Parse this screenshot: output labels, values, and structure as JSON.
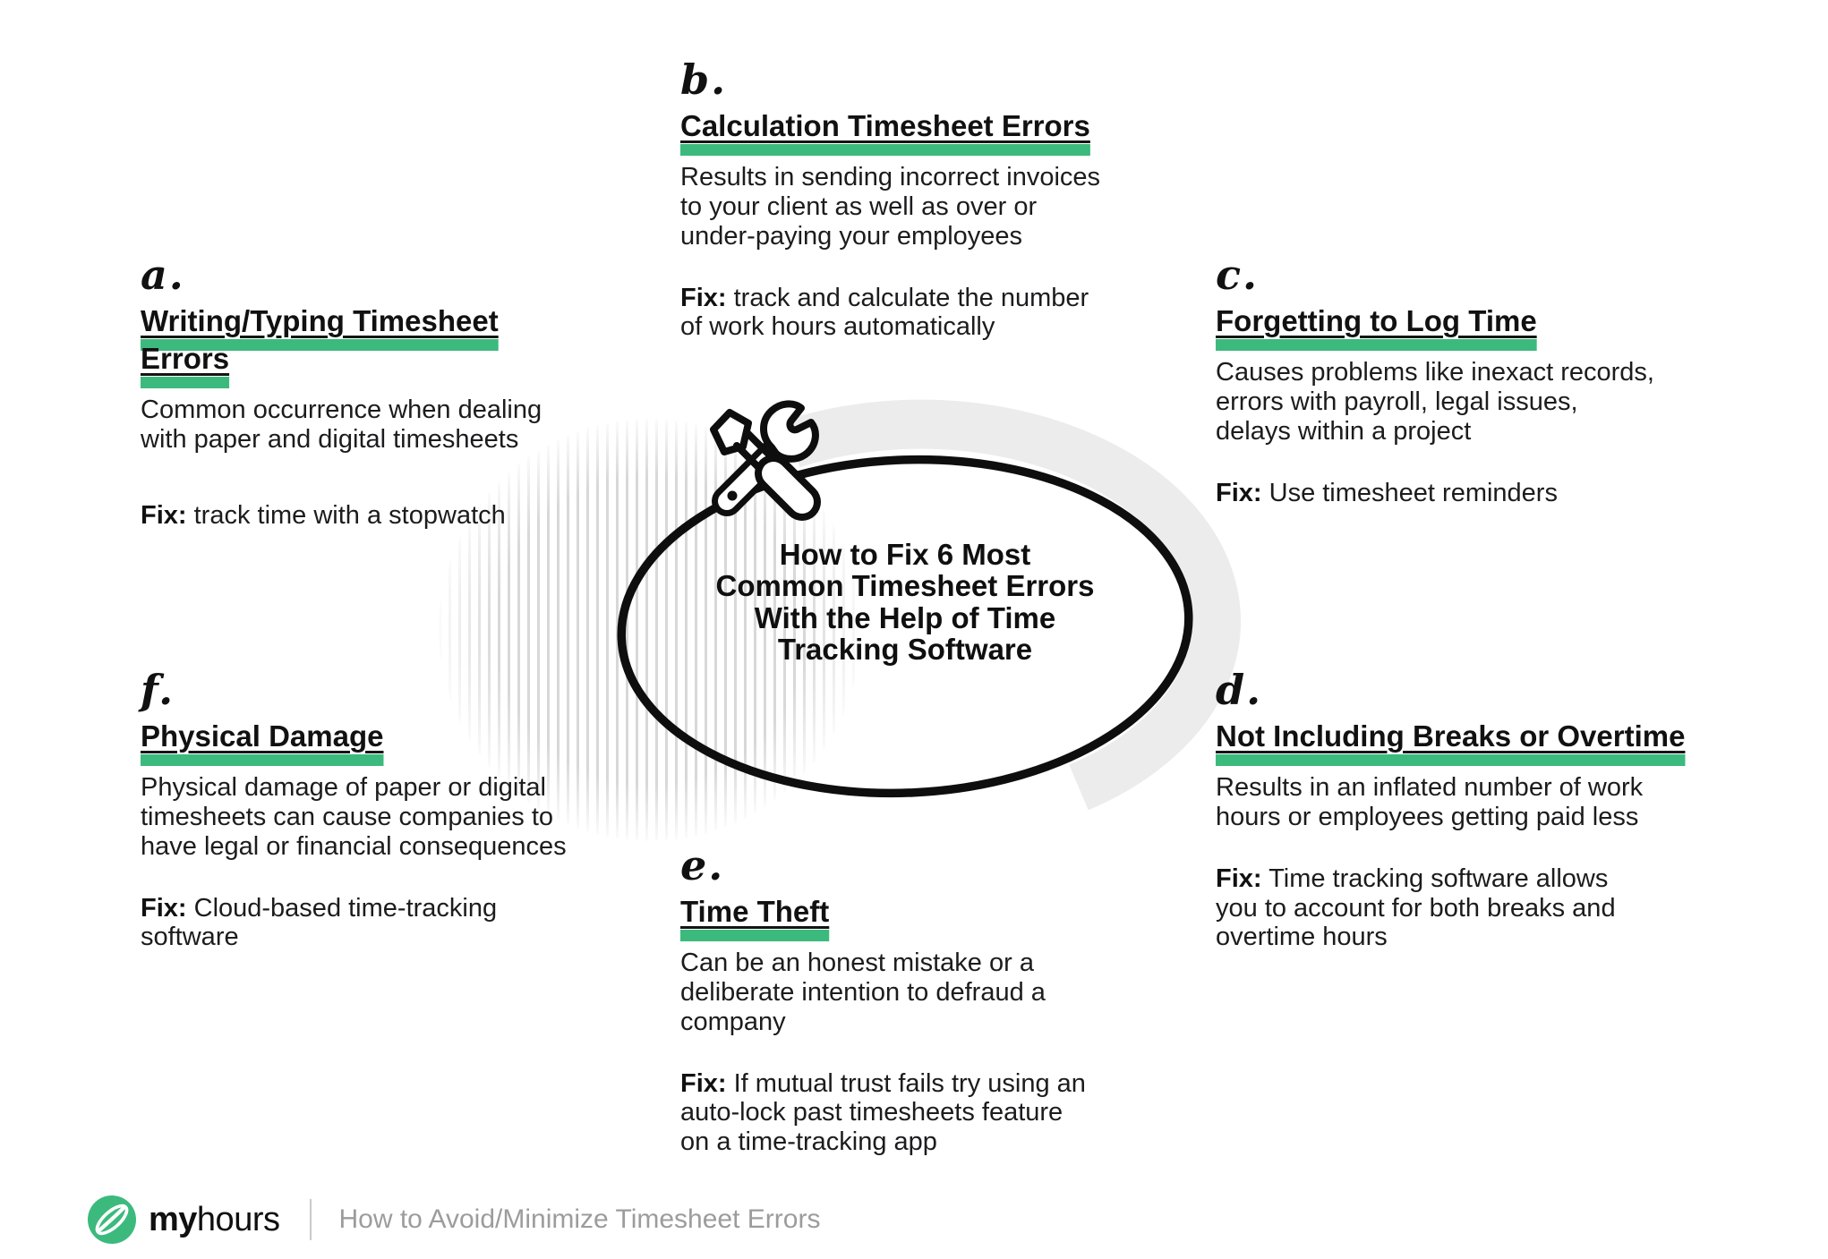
{
  "center": {
    "title": "How to Fix 6 Most\nCommon Timesheet Errors\nWith the Help of Time\nTracking Software",
    "icon": "crossed-screwdriver-and-wrench"
  },
  "sections": [
    {
      "letter": "a.",
      "title": "Writing/Typing Timesheet\nErrors",
      "description": "Common occurrence when dealing\nwith paper and digital timesheets",
      "fix_label": "Fix:",
      "fix_text": "track time with a stopwatch"
    },
    {
      "letter": "b.",
      "title": "Calculation Timesheet Errors",
      "description": "Results in sending incorrect invoices\nto your client as well as over or\nunder-paying your employees",
      "fix_label": "Fix:",
      "fix_text": "track and calculate the number\nof work hours automatically"
    },
    {
      "letter": "c.",
      "title": "Forgetting to Log Time",
      "description": "Causes problems like inexact records,\nerrors with payroll, legal issues,\ndelays within a project",
      "fix_label": "Fix:",
      "fix_text": "Use timesheet reminders"
    },
    {
      "letter": "d.",
      "title": "Not Including Breaks or Overtime",
      "description": "Results in an inflated number of work\nhours or employees getting paid less",
      "fix_label": "Fix:",
      "fix_text": "Time tracking software allows\nyou to account for both breaks and\novertime hours"
    },
    {
      "letter": "e.",
      "title": "Time Theft",
      "description": "Can be an honest mistake or a\ndeliberate intention to defraud a\ncompany",
      "fix_label": "Fix:",
      "fix_text": "If mutual trust fails try using an\nauto-lock past timesheets feature\non a time-tracking app"
    },
    {
      "letter": "f.",
      "title": "Physical Damage",
      "description": "Physical damage of paper or digital\ntimesheets can cause companies to\nhave legal or financial consequences",
      "fix_label": "Fix:",
      "fix_text": "Cloud-based time-tracking\nsoftware"
    }
  ],
  "footer": {
    "brand_bold": "my",
    "brand_regular": "hours",
    "caption": "How to Avoid/Minimize Timesheet Errors"
  },
  "colors": {
    "accent_green": "#3cba7d",
    "ink": "#111111",
    "body_text": "#1c1c1e",
    "muted_gray": "#9c9c9c",
    "arc_gray": "#ececec",
    "stripe_gray": "#d2d2d2"
  }
}
